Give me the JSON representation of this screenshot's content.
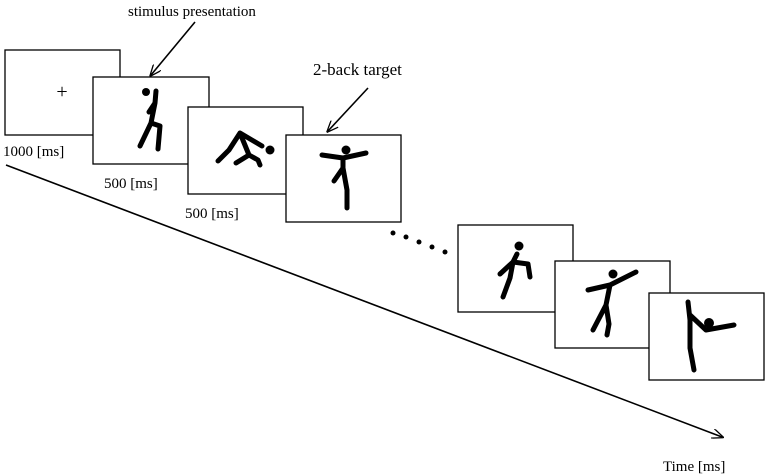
{
  "labels": {
    "stimulus_presentation": "stimulus presentation",
    "two_back_target": "2-back target",
    "fixation_duration": "1000 [ms]",
    "stim1_duration": "500 [ms]",
    "stim2_duration": "500 [ms]",
    "time_axis": "Time [ms]"
  },
  "frames": [
    {
      "content": "fixation-cross",
      "symbol": "+"
    },
    {
      "content": "stick-figure",
      "pose": "standing-arm-raised"
    },
    {
      "content": "stick-figure",
      "pose": "crouching"
    },
    {
      "content": "stick-figure",
      "pose": "leg-extended-arms-out"
    },
    {
      "content": "stick-figure",
      "pose": "running"
    },
    {
      "content": "stick-figure",
      "pose": "dancing-arms-out"
    },
    {
      "content": "stick-figure",
      "pose": "leg-raised-high"
    }
  ],
  "ellipsis": "• • • • •",
  "colors": {
    "line": "#000000",
    "background": "#ffffff"
  }
}
